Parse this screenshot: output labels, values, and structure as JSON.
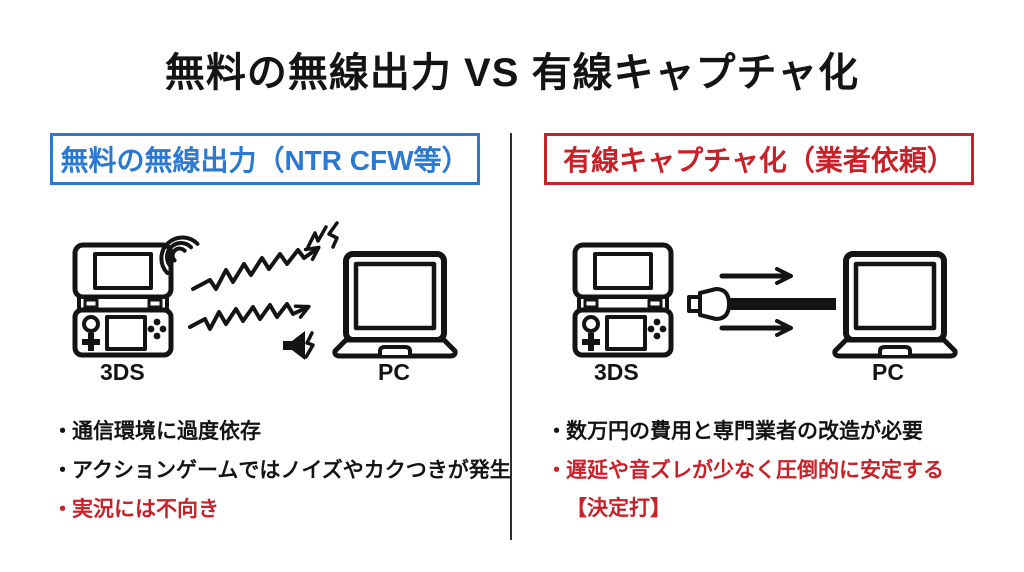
{
  "title": "無料の無線出力 VS 有線キャプチャ化",
  "bullet_char": "・",
  "colors": {
    "blue": "#2b79d1",
    "red": "#c92129",
    "ink": "#141414",
    "divider": "#2e2e2e",
    "bg": "#ffffff"
  },
  "left": {
    "header": "無料の無線出力（NTR CFW等）",
    "device_label": "3DS",
    "pc_label": "PC",
    "bullets": [
      {
        "text": "通信環境に過度依存"
      },
      {
        "text": "アクションゲームではノイズやカクつきが発生"
      },
      {
        "text": "実況には不向き"
      }
    ]
  },
  "right": {
    "header": "有線キャプチャ化（業者依頼）",
    "device_label": "3DS",
    "pc_label": "PC",
    "bullets": [
      {
        "text": "数万円の費用と専門業者の改造が必要"
      },
      {
        "text": "遅延や音ズレが少なく圧倒的に安定する",
        "cont": "【決定打】"
      }
    ]
  }
}
